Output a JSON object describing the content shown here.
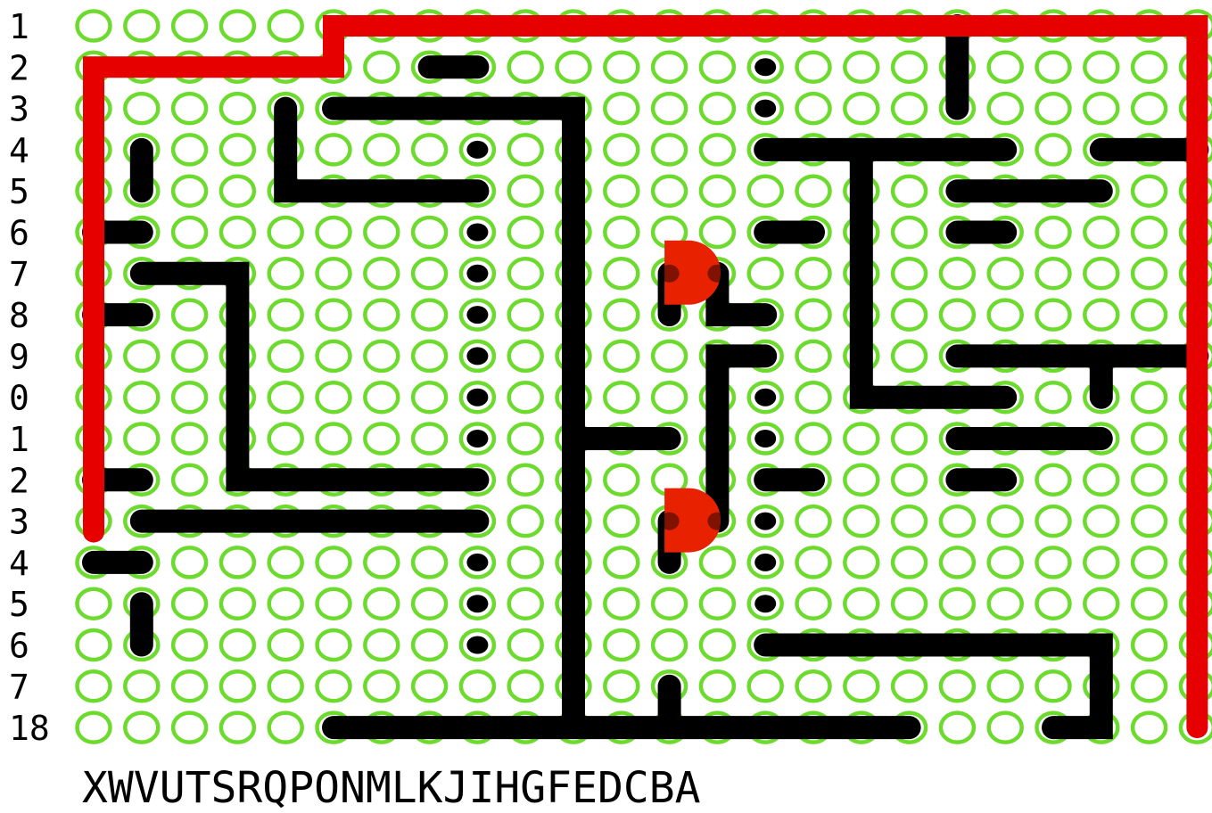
{
  "row_labels": [
    "1",
    "2",
    "3",
    "4",
    "5",
    "6",
    "7",
    "8",
    "9",
    "0",
    "1",
    "2",
    "3",
    "4",
    "5",
    "6",
    "7",
    "18"
  ],
  "column_label_string": "XWVUTSRQPONMLKJIHGFEDCBA",
  "colors": {
    "hole": "#6ddb2e",
    "wire": "#000000",
    "rail": "#e60000",
    "component": "#e82200",
    "background": "#ffffff"
  },
  "grid": {
    "columns": 24,
    "rows": 18
  }
}
